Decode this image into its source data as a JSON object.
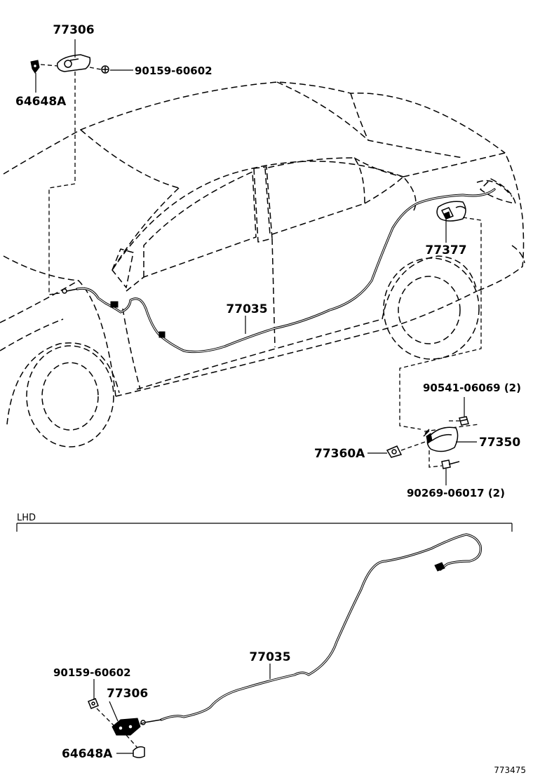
{
  "diagram": {
    "figure_number": "773475",
    "section_label": "LHD",
    "top_view": {
      "callouts": {
        "p77306": "77306",
        "p90159": "90159-60602",
        "p64648a": "64648A",
        "p77035": "77035",
        "p77377": "77377",
        "p90541": "90541-06069 (2)",
        "p77350": "77350",
        "p77360a": "77360A",
        "p90269": "90269-06017 (2)"
      }
    },
    "lhd_view": {
      "callouts": {
        "p77035": "77035",
        "p90159": "90159-60602",
        "p77306": "77306",
        "p64648a": "64648A"
      }
    }
  }
}
